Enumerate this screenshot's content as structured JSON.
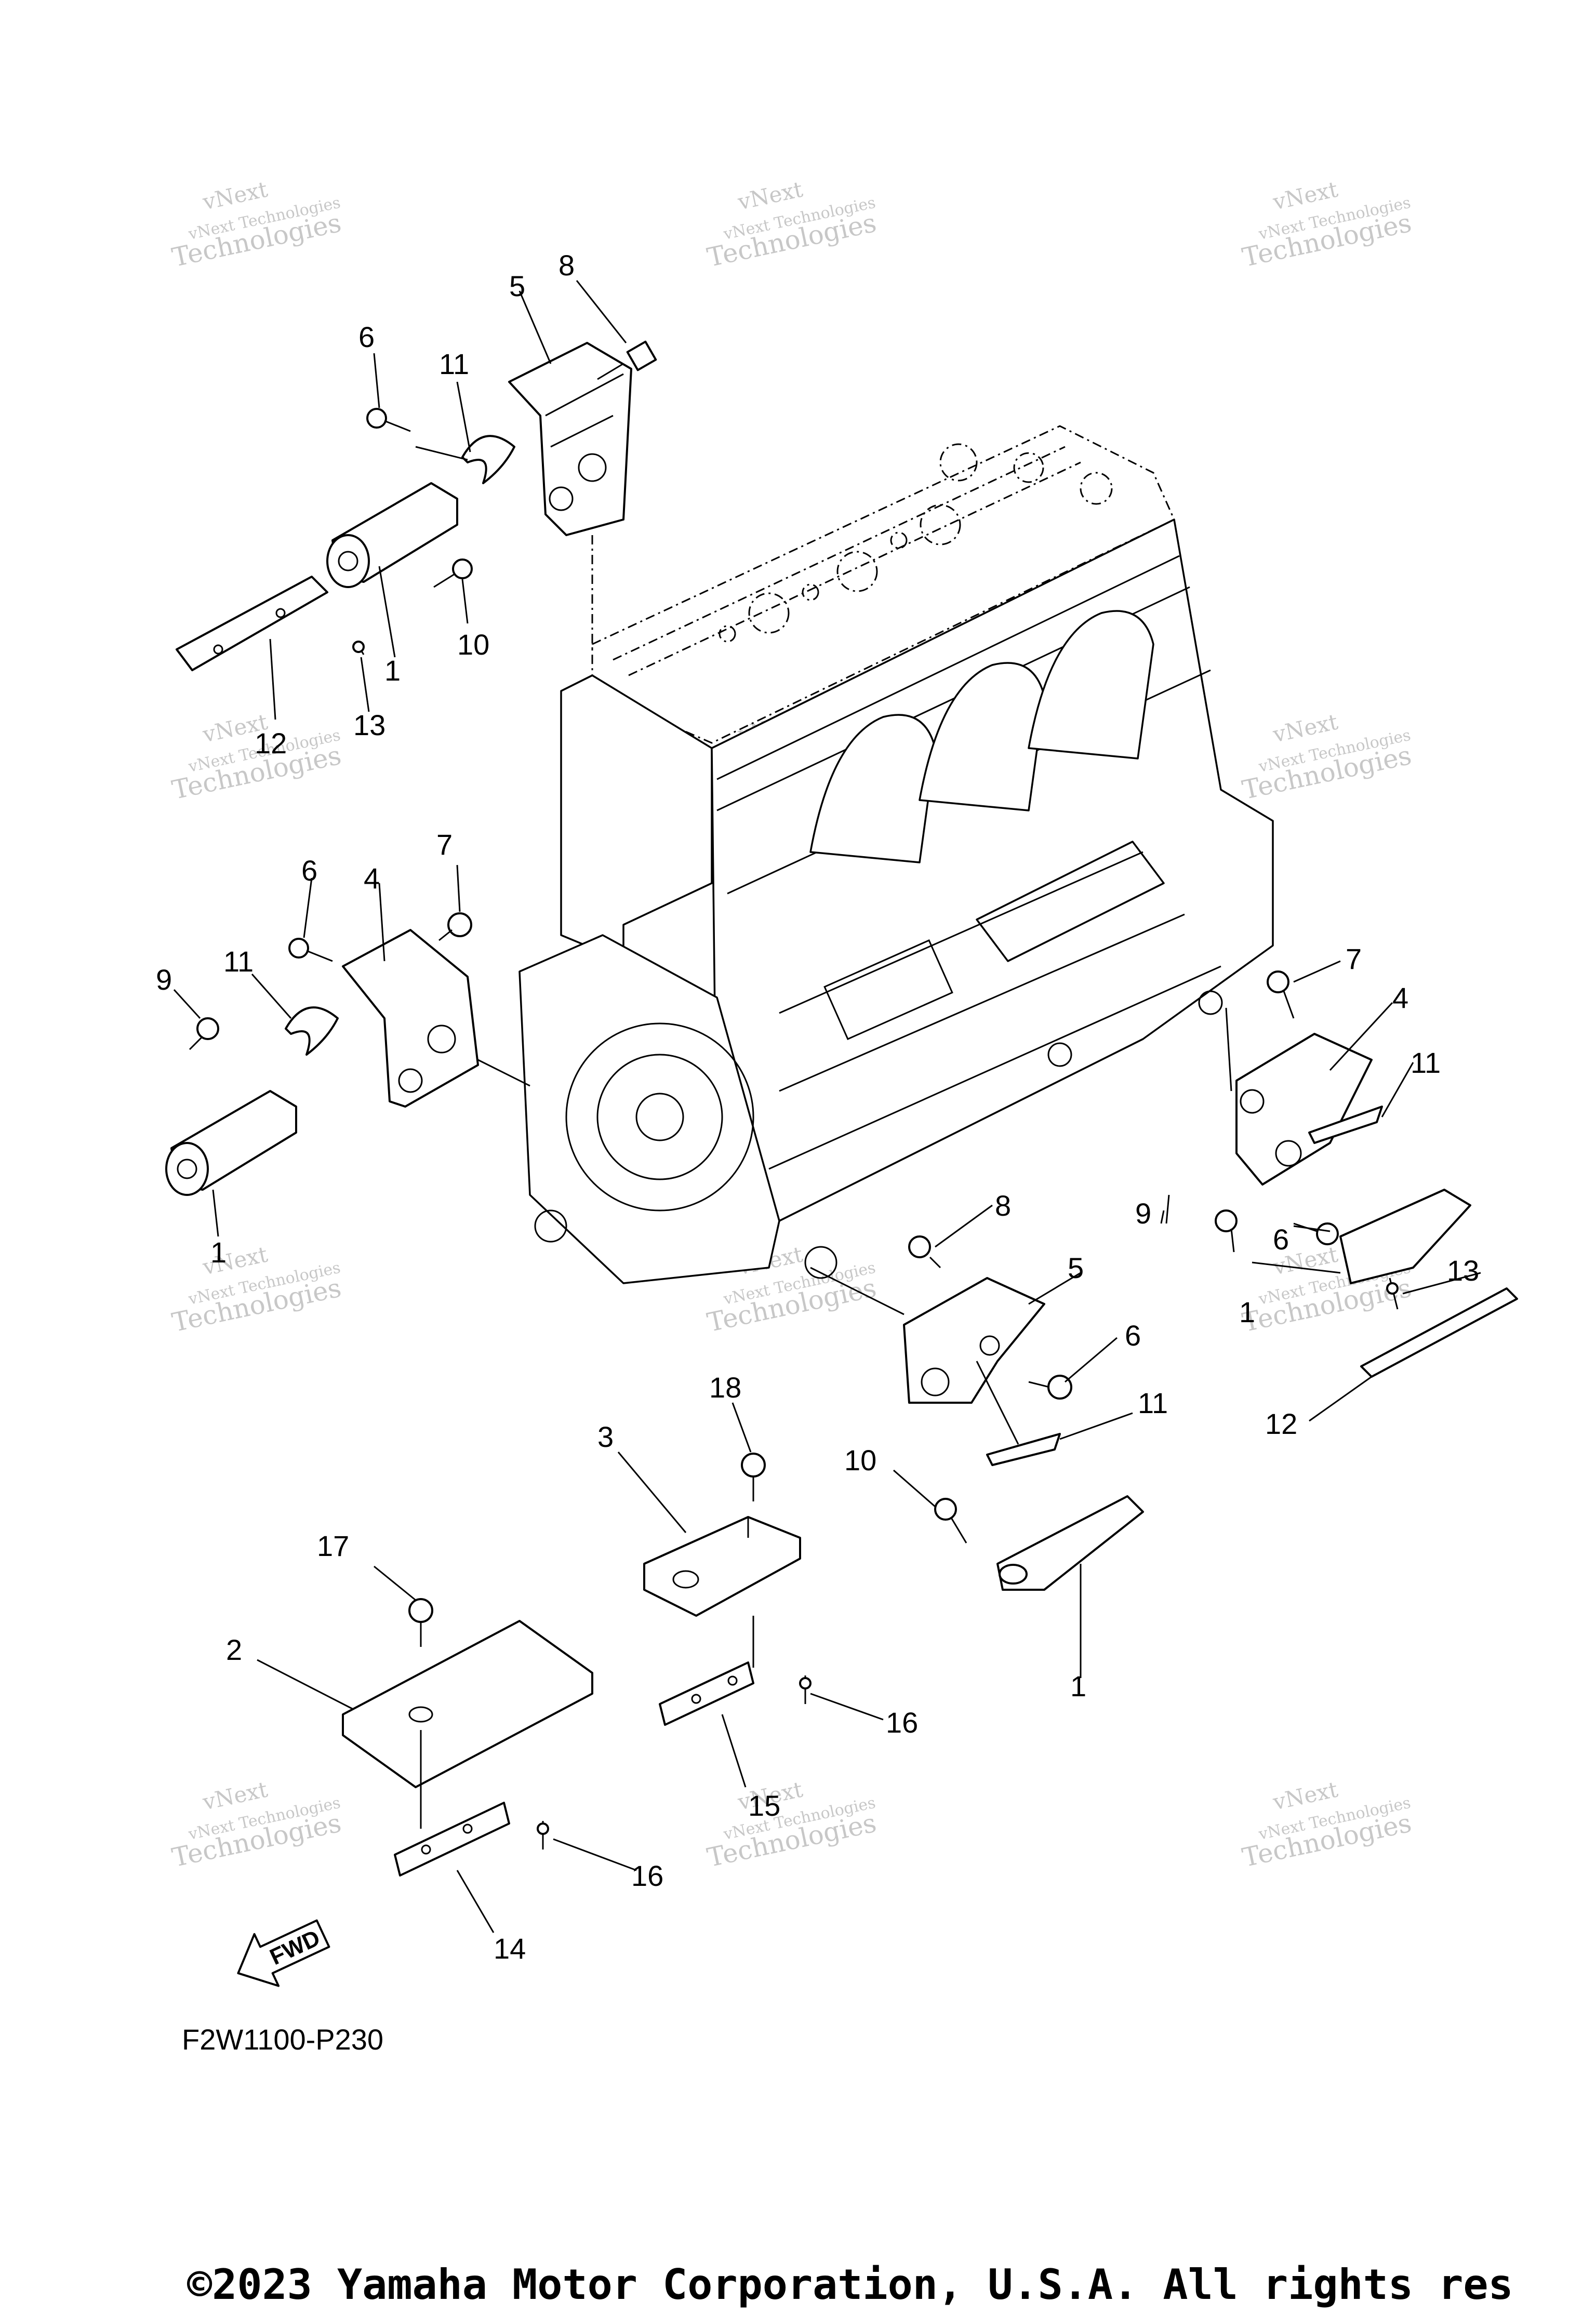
{
  "diagram_code": "F2W1100-P230",
  "copyright": "©2023 Yamaha Motor Corporation, U.S.A. All rights res",
  "watermark": {
    "line1": "vNext",
    "line2": "vNext Technologies",
    "line3": "Technologies"
  },
  "fwd_label": "FWD",
  "callouts": {
    "c1a": "1",
    "c1b": "1",
    "c1c": "1",
    "c1d": "1",
    "c2": "2",
    "c3": "3",
    "c4a": "4",
    "c4b": "4",
    "c5a": "5",
    "c5b": "5",
    "c6a": "6",
    "c6b": "6",
    "c6c": "6",
    "c6d": "6",
    "c7a": "7",
    "c7b": "7",
    "c8a": "8",
    "c8b": "8",
    "c9a": "9",
    "c9b": "9",
    "c10a": "10",
    "c10b": "10",
    "c11a": "11",
    "c11b": "11",
    "c11c": "11",
    "c11d": "11",
    "c12a": "12",
    "c12b": "12",
    "c13a": "13",
    "c13b": "13",
    "c14": "14",
    "c15": "15",
    "c16a": "16",
    "c16b": "16",
    "c17": "17",
    "c18": "18"
  }
}
